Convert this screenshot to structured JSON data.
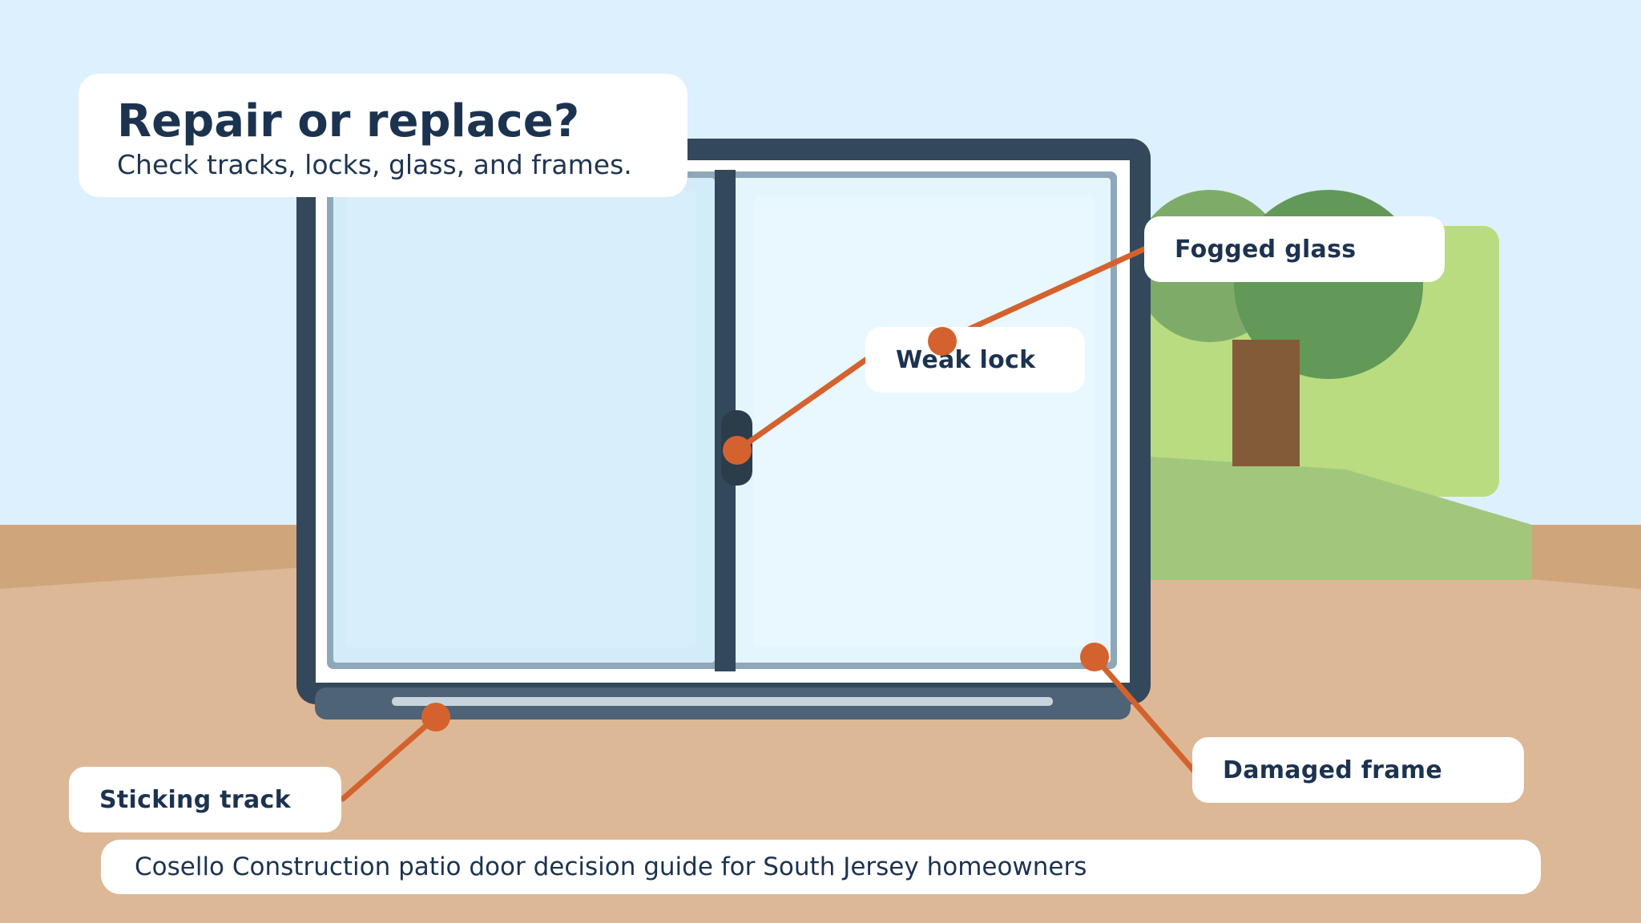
{
  "title": "Repair or replace?",
  "subtitle": "Check tracks, locks, glass, and frames.",
  "callouts": {
    "fogged_glass": "Fogged glass",
    "weak_lock": "Weak lock",
    "damaged_frame": "Damaged frame",
    "sticking_track": "Sticking track"
  },
  "footer": "Cosello Construction patio door decision guide for South Jersey homeowners",
  "colors": {
    "sky": "#dcf0fd",
    "ground": "#ddb896",
    "frame": "#33485a",
    "accent": "#d4622e",
    "text": "#1c3350"
  }
}
